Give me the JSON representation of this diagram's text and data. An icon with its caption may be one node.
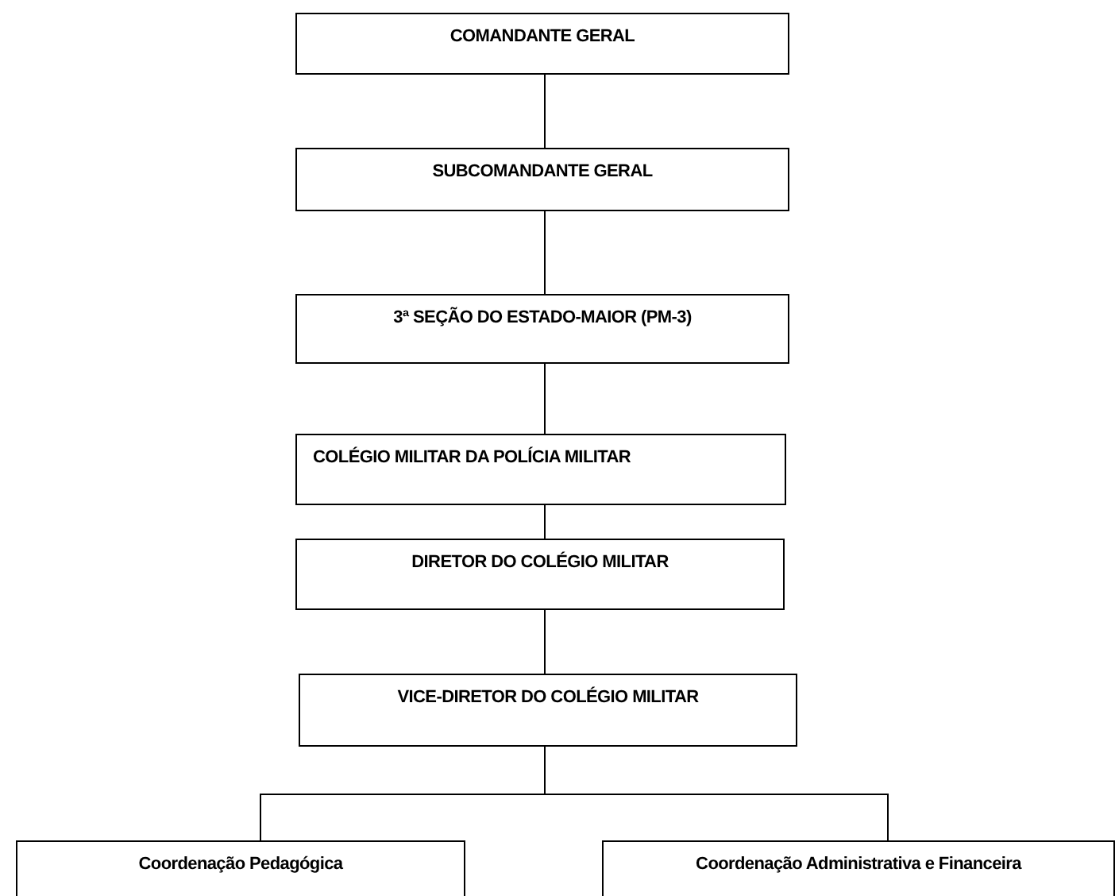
{
  "diagram": {
    "nodes": [
      {
        "text": [
          "COMANDANTE GERAL"
        ]
      },
      {
        "text": [
          "SUBCOMANDANTE GERAL"
        ]
      },
      {
        "text": [
          "3ª SEÇÃO DO ESTADO-MAIOR (PM-3)"
        ]
      },
      {
        "text": [
          "COLÉGIO MILITAR DA POLÍCIA MILITAR"
        ]
      },
      {
        "text": [
          "DIRETOR DO COLÉGIO MILITAR"
        ]
      },
      {
        "text": [
          "VICE-DIRETOR DO COLÉGIO MILITAR"
        ]
      },
      {
        "text": [
          "Coordenação Pedagógica"
        ]
      },
      {
        "text": [
          "Coordenação Administrativa e Financeira"
        ]
      }
    ],
    "edges": [
      {
        "from": 0,
        "to": 1,
        "arrow": "none"
      },
      {
        "from": 1,
        "to": 2,
        "arrow": "none"
      },
      {
        "from": 2,
        "to": 3,
        "arrow": "none"
      },
      {
        "from": 3,
        "to": 4,
        "arrow": "none"
      },
      {
        "from": 4,
        "to": 5,
        "arrow": "none"
      },
      {
        "from": 5,
        "to": 6,
        "arrow": "none"
      },
      {
        "from": 5,
        "to": 7,
        "arrow": "none"
      }
    ]
  }
}
